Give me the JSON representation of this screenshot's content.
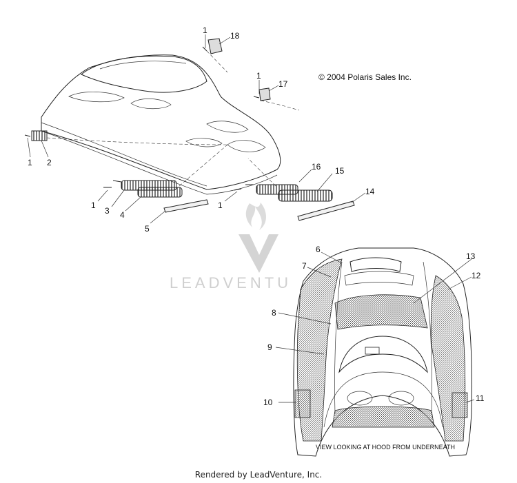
{
  "copyright": "© 2004 Polaris Sales Inc.",
  "view_note": "VIEW LOOKING AT HOOD FROM UNDERNEATH",
  "watermark": "LEADVENTU",
  "footer": "Rendered by LeadVenture, Inc.",
  "callouts": {
    "c1a": "1",
    "c18": "18",
    "c1b": "1",
    "c17": "17",
    "c1c": "1",
    "c2": "2",
    "c16": "16",
    "c15": "15",
    "c14": "14",
    "c1d": "1",
    "c3": "3",
    "c4": "4",
    "c1e": "1",
    "c5": "5",
    "c6": "6",
    "c7": "7",
    "c13": "13",
    "c12": "12",
    "c8": "8",
    "c9": "9",
    "c10": "10",
    "c11": "11"
  },
  "colors": {
    "ink": "#111111",
    "watermark": "#cfcfcf"
  }
}
